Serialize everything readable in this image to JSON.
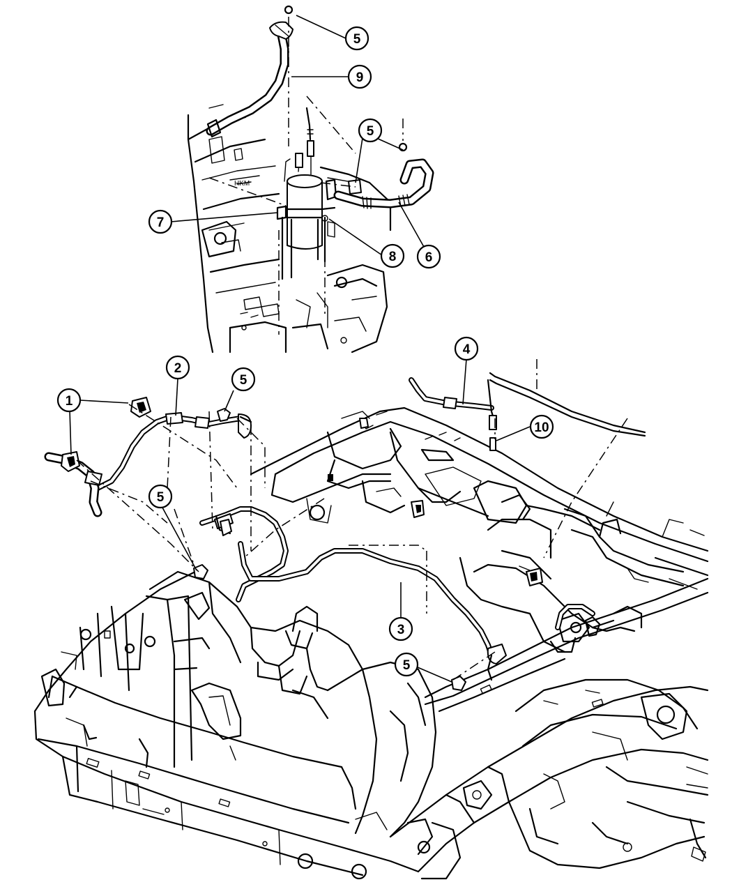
{
  "callouts": [
    {
      "id": "c5-top",
      "label": "5"
    },
    {
      "id": "c9",
      "label": "9"
    },
    {
      "id": "c5-mid",
      "label": "5"
    },
    {
      "id": "c7",
      "label": "7"
    },
    {
      "id": "c8",
      "label": "8"
    },
    {
      "id": "c6",
      "label": "6"
    },
    {
      "id": "c1",
      "label": "1"
    },
    {
      "id": "c2",
      "label": "2"
    },
    {
      "id": "c5-left",
      "label": "5"
    },
    {
      "id": "c4",
      "label": "4"
    },
    {
      "id": "c10",
      "label": "10"
    },
    {
      "id": "c5-low",
      "label": "5"
    },
    {
      "id": "c3",
      "label": "3"
    },
    {
      "id": "c5-bottom",
      "label": "5"
    }
  ]
}
